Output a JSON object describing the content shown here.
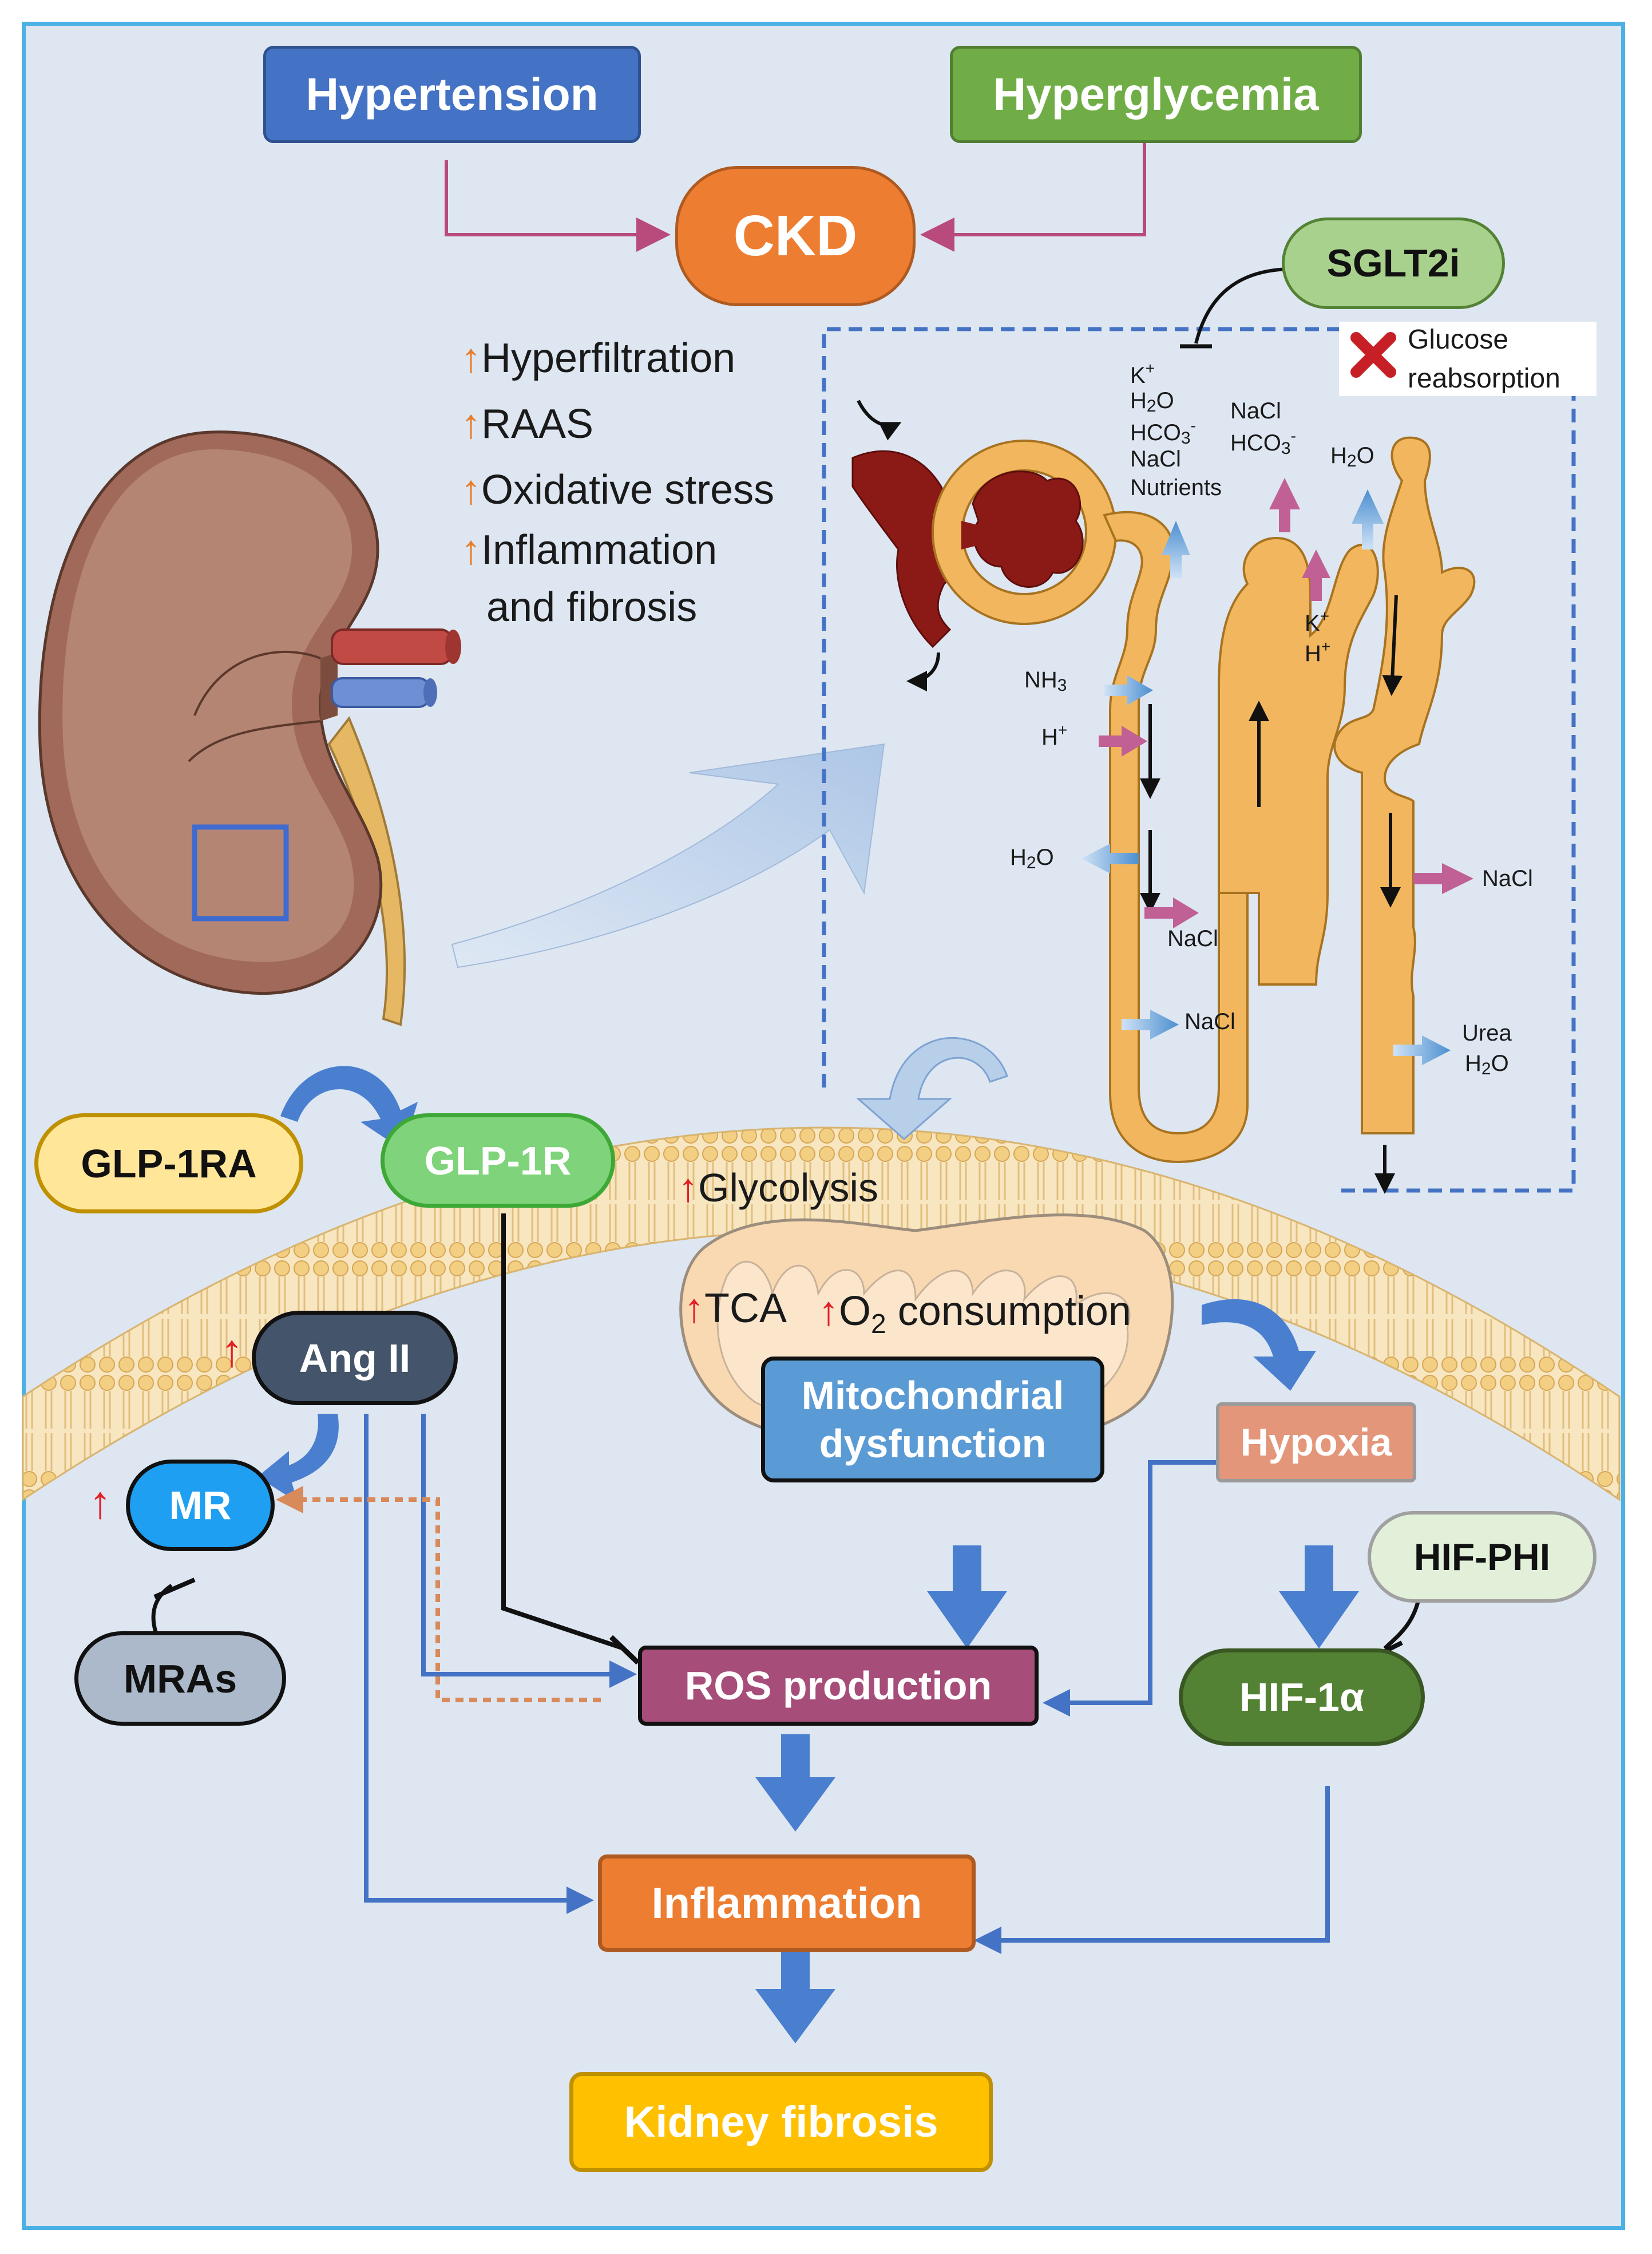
{
  "boxes": {
    "hypertension": "Hypertension",
    "hyperglycemia": "Hyperglycemia",
    "ckd": "CKD",
    "sglt2i": "SGLT2i",
    "glp1ra": "GLP-1RA",
    "glp1r": "GLP-1R",
    "ang2": "Ang II",
    "mr": "MR",
    "mras": "MRAs",
    "mito": [
      "Mitochondrial",
      "dysfunction"
    ],
    "hypoxia": "Hypoxia",
    "hif_phi": "HIF-PHI",
    "hif1a": "HIF-1α",
    "ros": "ROS production",
    "inflammation": "Inflammation",
    "fibrosis": "Kidney fibrosis"
  },
  "effects": [
    "Hyperfiltration",
    "RAAS",
    "Oxidative stress",
    "Inflammation",
    "and fibrosis"
  ],
  "glucose_reabsorption": [
    "Glucose",
    "reabsorption"
  ],
  "glycolysis": "Glycolysis",
  "tca": "TCA",
  "o2": {
    "main": "O",
    "sub": "2",
    "rest": " consumption"
  },
  "tubule_labels": {
    "pct_list": {
      "k": {
        "main": "K",
        "sup": "+"
      },
      "h2o": {
        "main": "H",
        "sub": "2",
        "rest": "O"
      },
      "hco3": {
        "main": "HCO",
        "sub": "3",
        "sup": "-"
      },
      "nacl": "NaCl",
      "nutrients": "Nutrients"
    },
    "loop_nacl": "NaCl",
    "loop_hco3": {
      "main": "HCO",
      "sub": "3",
      "sup": "-"
    },
    "dct_h2o": {
      "main": "H",
      "sub": "2",
      "rest": "O"
    },
    "dct_k": {
      "main": "K",
      "sup": "+"
    },
    "dct_h": {
      "main": "H",
      "sup": "+"
    },
    "nh3": {
      "main": "NH",
      "sub": "3"
    },
    "h_in": {
      "main": "H",
      "sup": "+"
    },
    "h2o_out": {
      "main": "H",
      "sub": "2",
      "rest": "O"
    },
    "nacl_pink": "NaCl",
    "nacl_blue": "NaCl",
    "nacl_right": "NaCl",
    "urea": "Urea",
    "h2o_cd": {
      "main": "H",
      "sub": "2",
      "rest": "O"
    }
  },
  "colors": {
    "background": "#dde6f1",
    "frame": "#4bb1e4",
    "hypertension": "#4472c4",
    "hyperglycemia": "#70ad47",
    "ckd": "#ed7d31",
    "sglt2i": "#a9d18e",
    "glp1ra": "#ffe699",
    "glp1r": "#7fd37a",
    "ang2": "#44546a",
    "mr": "#1f9ff2",
    "mras": "#acb9ca",
    "mito": "#5b9bd5",
    "hypoxia": "#e3967a",
    "hif_phi": "#e2f0d9",
    "hif1a": "#548235",
    "ros": "#a64d79",
    "inflammation": "#ed7d31",
    "fibrosis": "#ffc000",
    "pathway_arrow": "#4472c4",
    "pink_arrow": "#b84b7b",
    "up_arrow_orange": "#e77d2a",
    "up_arrow_red": "#e31e24"
  },
  "icons": [
    "kidney-illustration",
    "nephron-illustration",
    "cell-membrane",
    "mitochondrion",
    "up-arrow-icon",
    "cross-icon"
  ]
}
